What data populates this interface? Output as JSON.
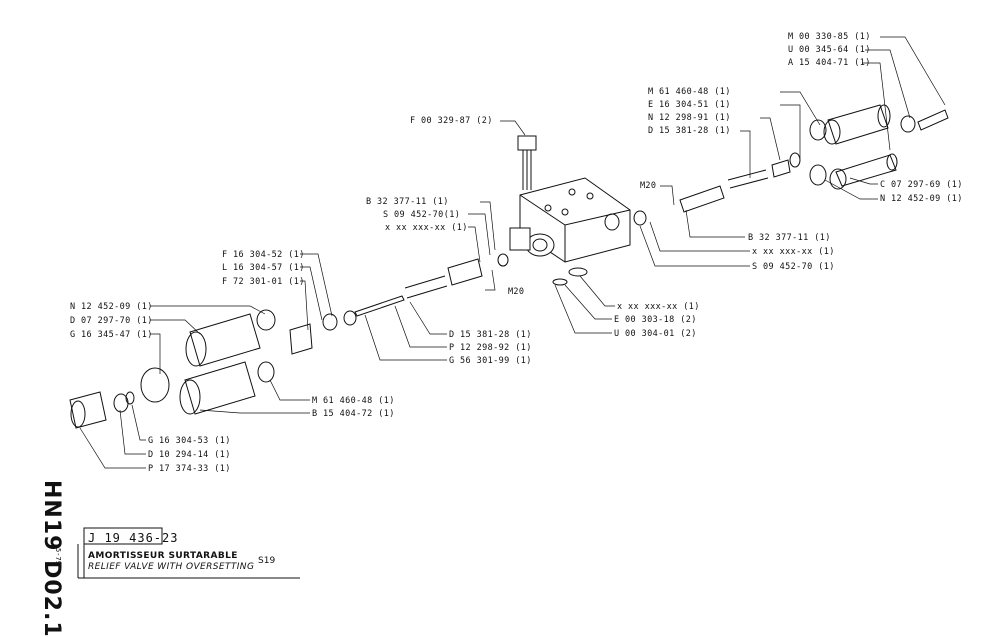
{
  "sheet": {
    "side_code": "HN19 D02.1",
    "date": "5-79",
    "doc_ref": "J 19 436-23",
    "title_fr": "AMORTISSEUR SURTARABLE",
    "title_en": "RELIEF VALVE WITH OVERSETTING",
    "page": "S19"
  },
  "callouts": {
    "m00_330_85": "M 00 330-85 (1)",
    "u00_345_64": "U 00 345-64 (1)",
    "a15_404_71": "A 15 404-71 (1)",
    "m61_460_48_r": "M 61 460-48 (1)",
    "e16_304_51": "E 16 304-51 (1)",
    "n12_298_91": "N 12 298-91 (1)",
    "d15_381_28_r": "D 15 381-28 (1)",
    "f00_329_87": "F 00 329-87 (2)",
    "c07_297_69": "C 07 297-69 (1)",
    "n12_452_09_r": "N 12 452-09 (1)",
    "b32_377_11_l": "B 32 377-11 (1)",
    "s09_452_70_l": "S 09 452-70(1)",
    "xx_l": "x xx xxx-xx (1)",
    "b32_377_11_r": "B 32 377-11 (1)",
    "xx_r": "x xx xxx-xx (1)",
    "s09_452_70_r": "S 09 452-70 (1)",
    "f16_304_52": "F 16 304-52 (1)",
    "l16_304_57": "L 16 304-57 (1)",
    "f72_301_01": "F 72 301-01 (1)",
    "xx_b": "x xx xxx-xx (1)",
    "e00_303_18": "E 00 303-18 (2)",
    "u00_304_01": "U 00 304-01 (2)",
    "n12_452_09_l": "N 12 452-09 (1)",
    "d07_297_70": "D 07 297-70 (1)",
    "g16_345_47": "G 16 345-47 (1)",
    "d15_381_28_m": "D 15 381-28 (1)",
    "p12_298_92": "P 12 298-92 (1)",
    "g56_301_99": "G 56 301-99 (1)",
    "m61_460_48_l": "M 61 460-48 (1)",
    "b15_404_72": "B 15 404-72 (1)",
    "g16_304_53": "G 16 304-53 (1)",
    "d10_294_14": "D 10 294-14 (1)",
    "p17_374_33": "P 17 374-33 (1)",
    "m20_a": "M20",
    "m20_b": "M20"
  }
}
